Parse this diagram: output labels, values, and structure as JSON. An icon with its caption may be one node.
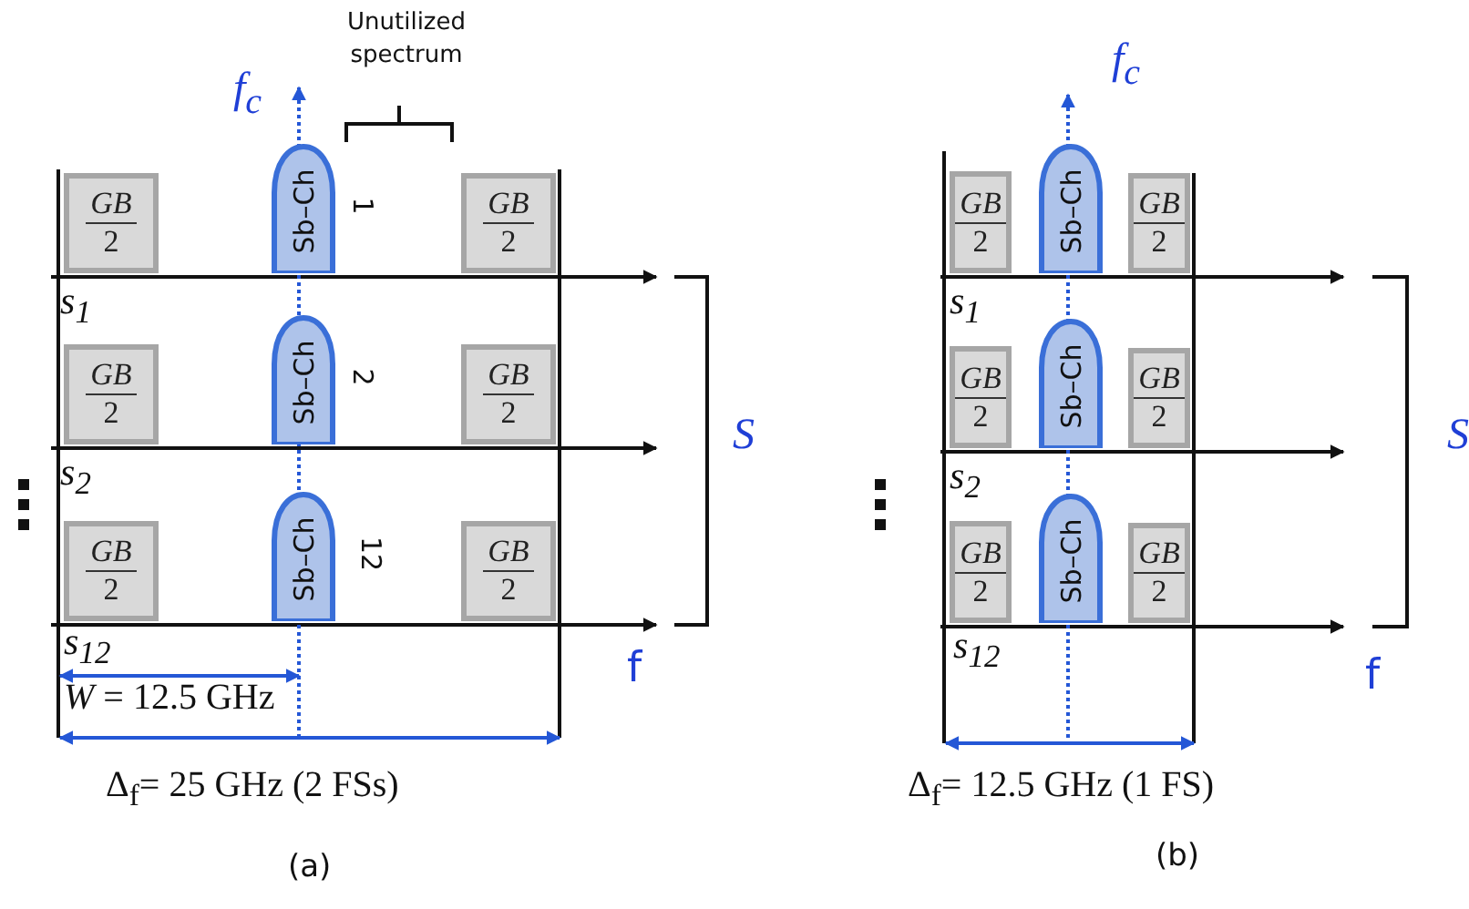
{
  "diagram": {
    "nodes": [
      {
        "text": [
          "GB",
          "2"
        ]
      },
      {
        "text": [
          "Sb–Ch"
        ],
        "beside": [
          "1"
        ]
      },
      {
        "text": [
          "GB",
          "2"
        ]
      },
      {
        "text": [
          "GB",
          "2"
        ]
      },
      {
        "text": [
          "Sb–Ch"
        ],
        "beside": [
          "2"
        ]
      },
      {
        "text": [
          "GB",
          "2"
        ]
      },
      {
        "text": [
          "GB",
          "2"
        ]
      },
      {
        "text": [
          "Sb–Ch"
        ],
        "beside": [
          "12"
        ]
      },
      {
        "text": [
          "GB",
          "2"
        ]
      },
      {
        "text": [
          "GB",
          "2"
        ]
      },
      {
        "text": [
          "Sb–Ch"
        ]
      },
      {
        "text": [
          "GB",
          "2"
        ]
      },
      {
        "text": [
          "GB",
          "2"
        ]
      },
      {
        "text": [
          "Sb–Ch"
        ]
      },
      {
        "text": [
          "GB",
          "2"
        ]
      },
      {
        "text": [
          "GB",
          "2"
        ]
      },
      {
        "text": [
          "Sb–Ch"
        ]
      },
      {
        "text": [
          "GB",
          "2"
        ]
      }
    ],
    "labels": [
      "Unutilized spectrum",
      "f$_{c}$",
      "s$_{1}$",
      "s$_{2}$",
      "s$_{12}$",
      "S",
      "f",
      "*W* = 12.5 GHz",
      "Δ$_{f}$= 25 GHz (2 FSs)",
      "(a)",
      "f$_{c}$",
      "s$_{1}$",
      "s$_{2}$",
      "s$_{12}$",
      "S",
      "f",
      "Δ$_{f}$= 12.5 GHz (1 FS)",
      "(b)"
    ]
  }
}
